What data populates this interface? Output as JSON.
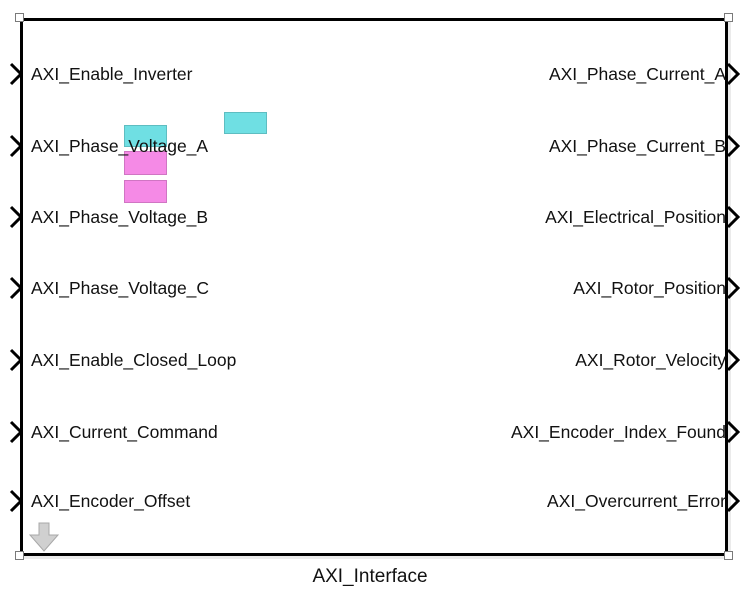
{
  "block": {
    "name": "AXI_Interface",
    "border_color": "#000000"
  },
  "inputs": [
    {
      "label": "AXI_Enable_Inverter"
    },
    {
      "label": "AXI_Phase_Voltage_A"
    },
    {
      "label": "AXI_Phase_Voltage_B"
    },
    {
      "label": "AXI_Phase_Voltage_C"
    },
    {
      "label": "AXI_Enable_Closed_Loop"
    },
    {
      "label": "AXI_Current_Command"
    },
    {
      "label": "AXI_Encoder_Offset"
    }
  ],
  "outputs": [
    {
      "label": "AXI_Phase_Current_A"
    },
    {
      "label": "AXI_Phase_Current_B"
    },
    {
      "label": "AXI_Electrical_Position"
    },
    {
      "label": "AXI_Rotor_Position"
    },
    {
      "label": "AXI_Rotor_Velocity"
    },
    {
      "label": "AXI_Encoder_Index_Found"
    },
    {
      "label": "AXI_Overcurrent_Error"
    }
  ],
  "colors": {
    "cyan_marker": "#6fdfe3",
    "magenta_marker": "#f58ae6",
    "thumbnail_line": "#bdbdbd",
    "down_arrow": "#c8c8c8"
  },
  "icons": {
    "port_in": "chevron-right-icon",
    "port_out": "chevron-right-icon",
    "down_arrow": "arrow-down-icon"
  }
}
